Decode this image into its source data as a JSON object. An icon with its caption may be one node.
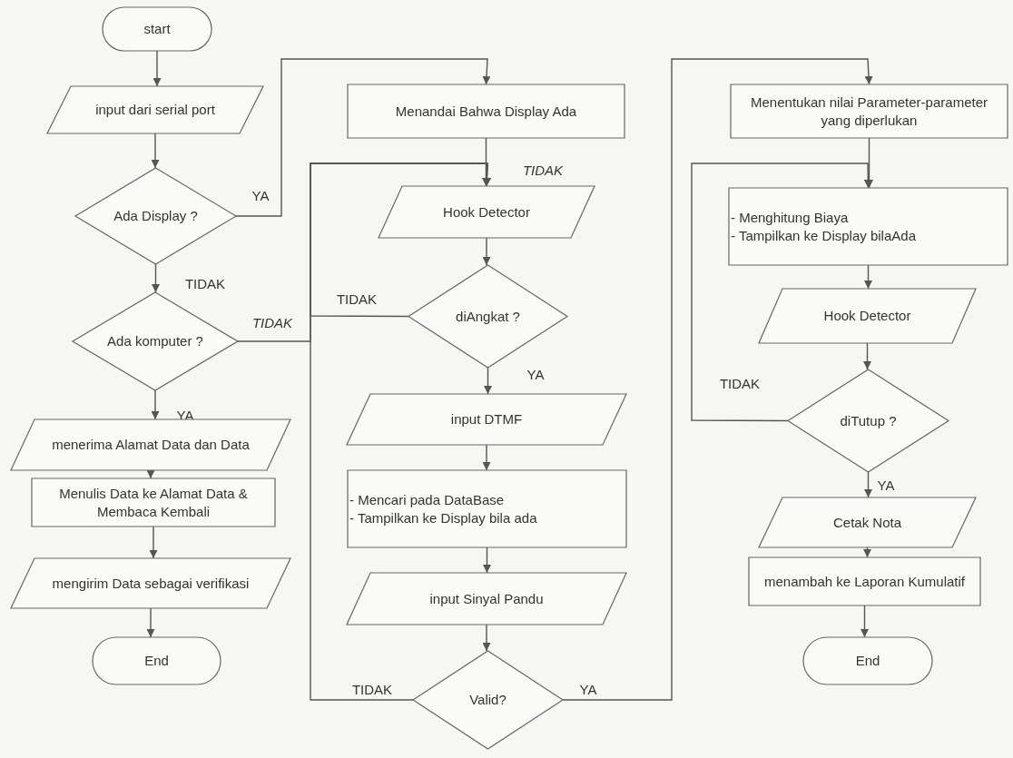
{
  "diagram": {
    "nodes": [
      {
        "text": [
          "start"
        ]
      },
      {
        "text": [
          "input dari serial port"
        ]
      },
      {
        "text": [
          "Ada Display ?"
        ]
      },
      {
        "text": [
          "Ada komputer ?"
        ]
      },
      {
        "text": [
          "menerima Alamat Data dan Data"
        ]
      },
      {
        "text": [
          "Menulis Data ke Alamat Data & Membaca Kembali"
        ]
      },
      {
        "text": [
          "mengirim Data sebagai verifikasi"
        ]
      },
      {
        "text": [
          "End"
        ]
      },
      {
        "text": [
          "Menandai Bahwa Display Ada"
        ]
      },
      {
        "text": [
          "Hook Detector"
        ]
      },
      {
        "text": [
          "diAngkat ?"
        ]
      },
      {
        "text": [
          "input DTMF"
        ]
      },
      {
        "text": [
          "- Mencari pada DataBase",
          "- Tampilkan ke Display bila ada"
        ]
      },
      {
        "text": [
          "input Sinyal Pandu"
        ]
      },
      {
        "text": [
          "Valid?"
        ]
      },
      {
        "text": [
          "Menentukan nilai Parameter-parameter yang diperlukan"
        ]
      },
      {
        "text": [
          "-  Menghitung Biaya",
          "- Tampilkan ke Display bilaAda"
        ]
      },
      {
        "text": [
          "Hook Detector"
        ]
      },
      {
        "text": [
          "diTutup ?"
        ]
      },
      {
        "text": [
          "Cetak Nota"
        ]
      },
      {
        "text": [
          "menambah ke Laporan Kumulatif"
        ]
      },
      {
        "text": [
          "End"
        ]
      }
    ],
    "edges": [
      {
        "from": 0,
        "to": 1,
        "arrow": "to"
      },
      {
        "from": 1,
        "to": 2,
        "arrow": "to"
      },
      {
        "from": 2,
        "to": 8,
        "arrow": "to",
        "label": "YA"
      },
      {
        "from": 2,
        "to": 3,
        "arrow": "to",
        "label": "TIDAK"
      },
      {
        "from": 3,
        "to": 4,
        "arrow": "to",
        "label": "YA"
      },
      {
        "from": 4,
        "to": 5,
        "arrow": "to"
      },
      {
        "from": 5,
        "to": 6,
        "arrow": "to"
      },
      {
        "from": 6,
        "to": 7,
        "arrow": "to"
      },
      {
        "from": 3,
        "to": 9,
        "arrow": "to",
        "label": "TIDAK"
      },
      {
        "from": 8,
        "to": 9,
        "arrow": "to"
      },
      {
        "from": 9,
        "to": 10,
        "arrow": "to"
      },
      {
        "from": 10,
        "to": 9,
        "arrow": "to",
        "label": "TIDAK"
      },
      {
        "from": 10,
        "to": 11,
        "arrow": "to",
        "label": "YA"
      },
      {
        "from": 11,
        "to": 12,
        "arrow": "to"
      },
      {
        "from": 12,
        "to": 13,
        "arrow": "to"
      },
      {
        "from": 13,
        "to": 14,
        "arrow": "to"
      },
      {
        "from": 14,
        "to": 9,
        "arrow": "to",
        "label": "TIDAK"
      },
      {
        "from": 14,
        "to": 15,
        "arrow": "to",
        "label": "YA"
      },
      {
        "from": 15,
        "to": 16,
        "arrow": "to"
      },
      {
        "from": 16,
        "to": 17,
        "arrow": "to"
      },
      {
        "from": 17,
        "to": 18,
        "arrow": "to"
      },
      {
        "from": 18,
        "to": 16,
        "arrow": "to",
        "label": "TIDAK"
      },
      {
        "from": 18,
        "to": 19,
        "arrow": "to",
        "label": "YA"
      },
      {
        "from": 19,
        "to": 20,
        "arrow": "to"
      },
      {
        "from": 20,
        "to": 21,
        "arrow": "to"
      }
    ],
    "labels": [
      "TIDAK"
    ]
  }
}
